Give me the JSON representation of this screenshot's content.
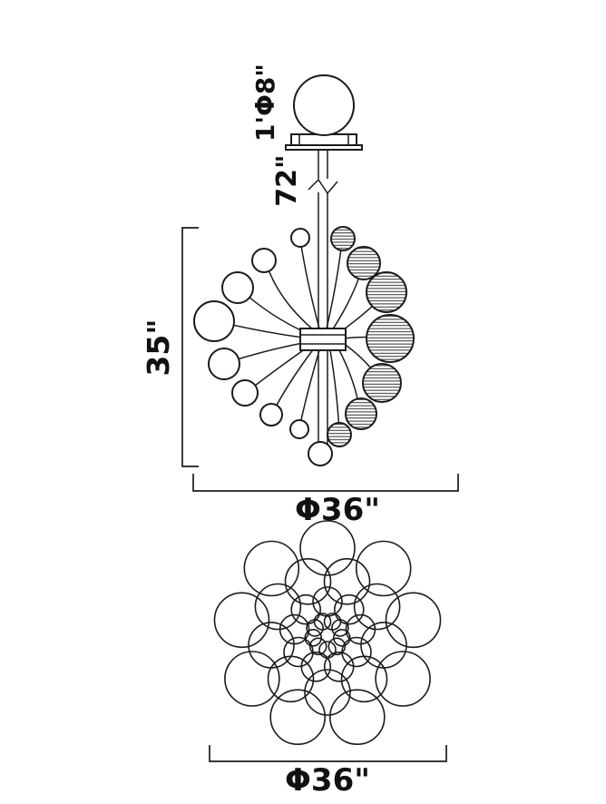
{
  "drawing": {
    "labels": {
      "globe_diameter": "1'Φ8\"",
      "rod_length": "72\"",
      "body_height": "35\"",
      "front_width": "Φ36\"",
      "top_width": "Φ36\""
    }
  }
}
